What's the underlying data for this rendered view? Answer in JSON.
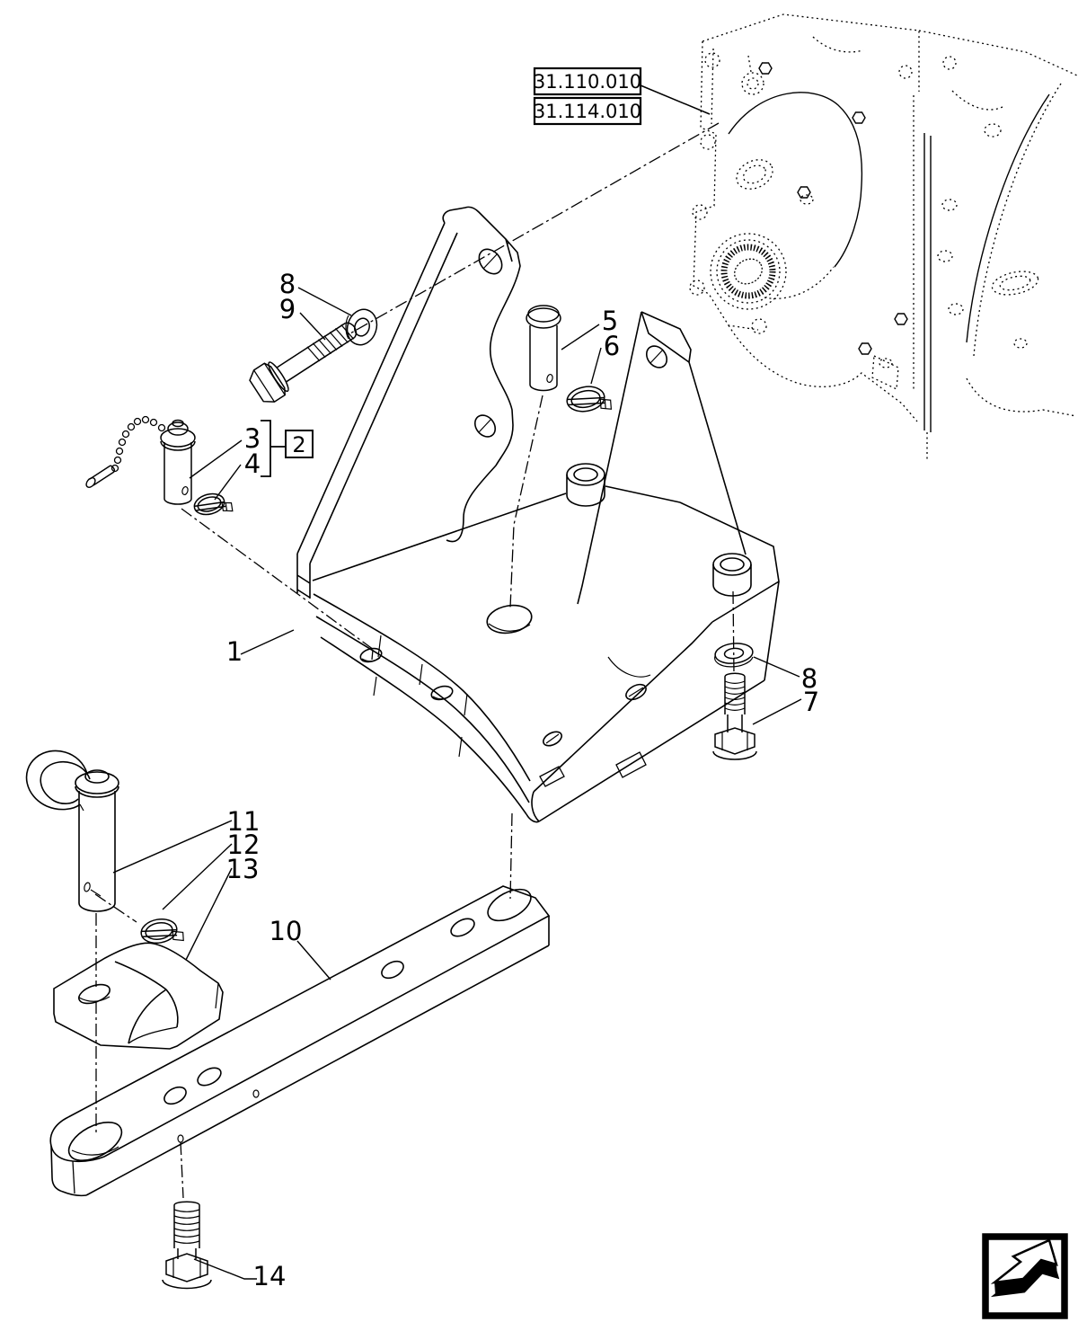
{
  "reference_boxes": [
    {
      "label": "31.110.010"
    },
    {
      "label": "31.114.010"
    }
  ],
  "kit_box": {
    "label": "2"
  },
  "callouts": [
    {
      "label": "8"
    },
    {
      "label": "9"
    },
    {
      "label": "3"
    },
    {
      "label": "4"
    },
    {
      "label": "5"
    },
    {
      "label": "6"
    },
    {
      "label": "1"
    },
    {
      "label": "8"
    },
    {
      "label": "7"
    },
    {
      "label": "11"
    },
    {
      "label": "12"
    },
    {
      "label": "13"
    },
    {
      "label": "10"
    },
    {
      "label": "14"
    }
  ],
  "colors": {
    "line": "#000000",
    "background": "#ffffff"
  }
}
